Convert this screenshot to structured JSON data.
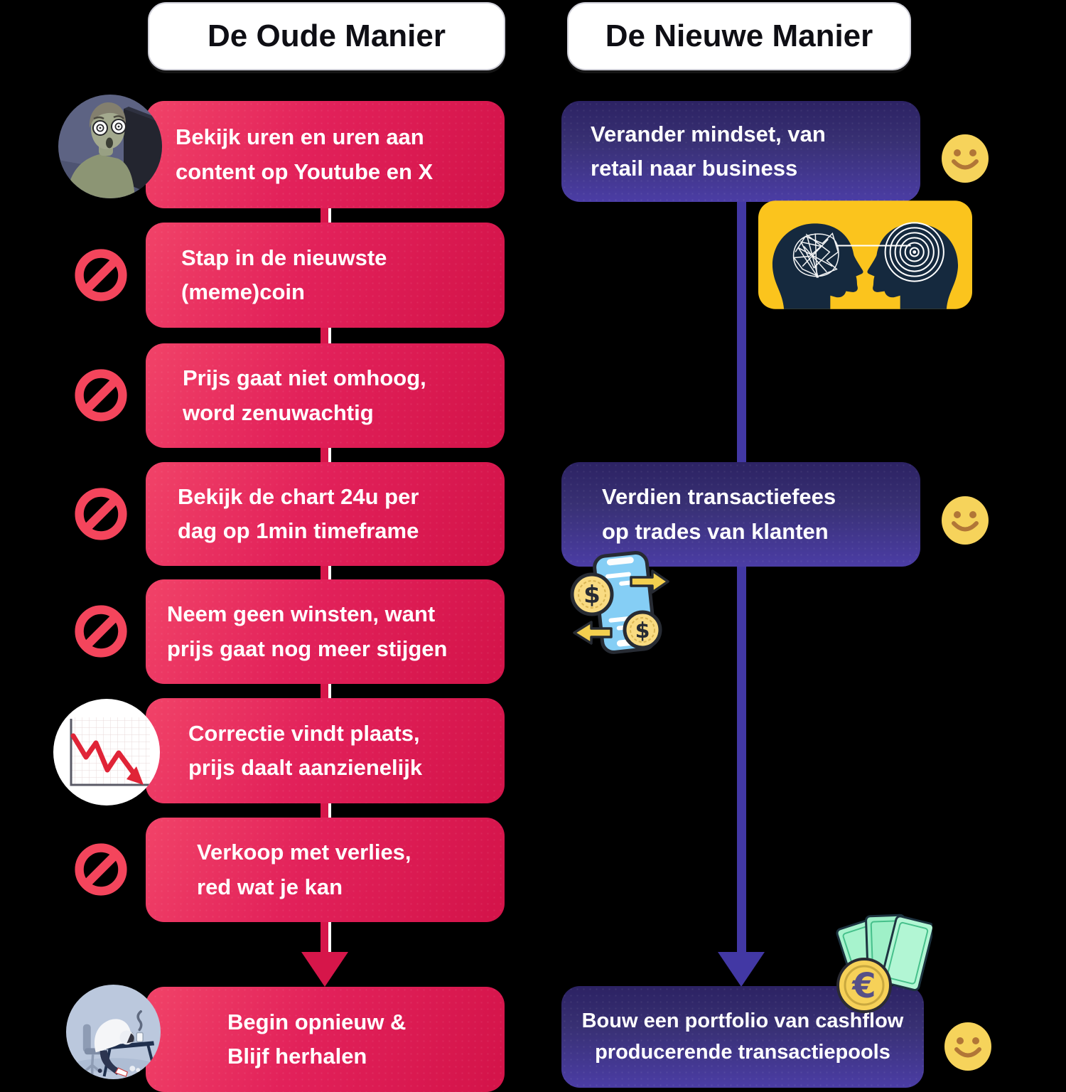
{
  "headers": {
    "old": "De Oude Manier",
    "new": "De Nieuwe Manier"
  },
  "old_way": {
    "steps": [
      {
        "icon": "doomscroll-avatar",
        "lines": [
          "Bekijk uren en uren aan",
          "content op Youtube en X"
        ]
      },
      {
        "icon": "prohibition",
        "lines": [
          "Stap in de nieuwste",
          "(meme)coin"
        ]
      },
      {
        "icon": "prohibition",
        "lines": [
          "Prijs gaat niet omhoog,",
          "word zenuwachtig"
        ]
      },
      {
        "icon": "prohibition",
        "lines": [
          "Bekijk de chart 24u per",
          "dag op 1min timeframe"
        ]
      },
      {
        "icon": "prohibition",
        "lines": [
          "Neem geen winsten, want",
          "prijs gaat nog meer stijgen"
        ]
      },
      {
        "icon": "declining-chart",
        "lines": [
          "Correctie vindt plaats,",
          "prijs daalt aanzienelijk"
        ]
      },
      {
        "icon": "prohibition",
        "lines": [
          "Verkoop met verlies,",
          "red wat je kan"
        ]
      },
      {
        "icon": "slumped-desk-avatar",
        "lines": [
          "Begin opnieuw &",
          "Blijf herhalen"
        ]
      }
    ]
  },
  "new_way": {
    "steps": [
      {
        "icon": "smiley",
        "illustration": "mindset-heads",
        "lines": [
          "Verander mindset, van",
          "retail naar business"
        ]
      },
      {
        "icon": "smiley",
        "illustration": "phone-transactions",
        "lines": [
          "Verdien transactiefees",
          "op trades van klanten"
        ]
      },
      {
        "icon": "smiley",
        "illustration": "euro-cash",
        "lines": [
          "Bouw een portfolio van cashflow",
          "producerende transactiepools"
        ]
      }
    ]
  },
  "colors": {
    "old_box_start": "#f14368",
    "old_box_end": "#d31349",
    "old_connector": "#d6164a",
    "new_box_top": "#2c2263",
    "new_box_bottom": "#4b3da5",
    "new_connector": "#4238a4",
    "prohibition": "#f4455c",
    "smiley_face": "#f6d35b",
    "smiley_features": "#b17637",
    "mindset_bg": "#fbc41d",
    "mindset_heads": "#15293e",
    "header_bg": "#ffffff",
    "text": "#ffffff"
  }
}
